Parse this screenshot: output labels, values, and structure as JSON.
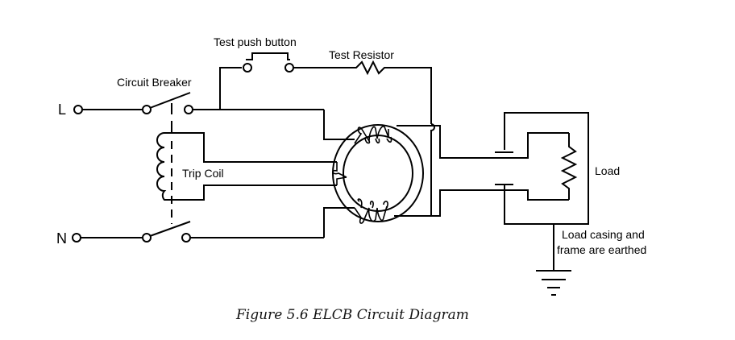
{
  "figure": {
    "caption": "Figure 5.6 ELCB Circuit Diagram",
    "labels": {
      "line": "L",
      "neutral": "N",
      "circuit_breaker": "Circuit Breaker",
      "test_push_button": "Test push button",
      "test_resistor": "Test Resistor",
      "trip_coil": "Trip Coil",
      "load": "Load",
      "earth_note_line1": "Load casing and",
      "earth_note_line2": "frame are earthed"
    }
  }
}
